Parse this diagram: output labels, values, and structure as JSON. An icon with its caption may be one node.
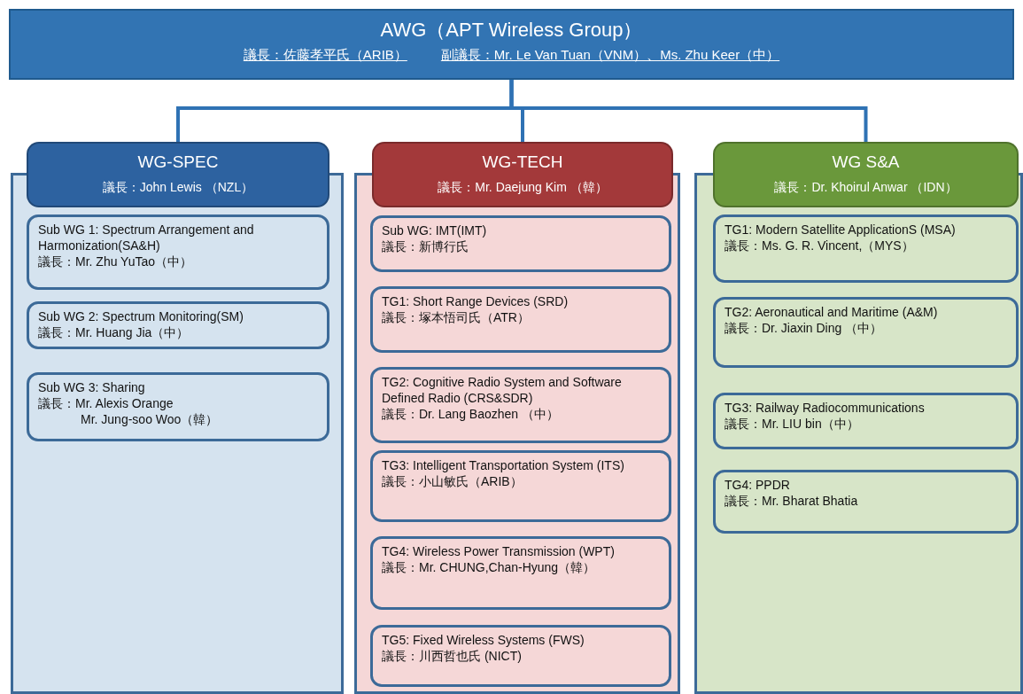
{
  "diagram": {
    "nodes": [
      {
        "text": [
          "AWG（APT Wireless Group）",
          "議長：佐藤孝平氏（ARIB）",
          "副議長：Mr. Le Van Tuan（VNM）、Ms. Zhu Keer（中）"
        ]
      },
      {
        "text": [
          "WG-SPEC",
          "議長：John Lewis （NZL）"
        ]
      },
      {
        "text": [
          "Sub WG 1: Spectrum Arrangement and Harmonization(SA&H)",
          "議長：Mr. Zhu YuTao（中）"
        ],
        "in": 1
      },
      {
        "text": [
          "Sub WG 2: Spectrum Monitoring(SM)",
          "議長：Mr. Huang Jia（中）"
        ],
        "in": 1
      },
      {
        "text": [
          "Sub WG 3: Sharing",
          "議長：Mr. Alexis Orange",
          "Mr. Jung-soo Woo（韓）"
        ],
        "in": 1
      },
      {
        "text": [
          "WG-TECH",
          "議長：Mr. Daejung Kim （韓）"
        ]
      },
      {
        "text": [
          "Sub WG: IMT(IMT)",
          "議長：新博行氏"
        ],
        "in": 5
      },
      {
        "text": [
          "TG1: Short Range Devices (SRD)",
          "議長：塚本悟司氏（ATR）"
        ],
        "in": 5
      },
      {
        "text": [
          "TG2: Cognitive Radio System and Software Defined Radio (CRS&SDR)",
          "議長：Dr. Lang Baozhen （中）"
        ],
        "in": 5
      },
      {
        "text": [
          "TG3: Intelligent Transportation System (ITS)",
          "議長：小山敏氏（ARIB）"
        ],
        "in": 5
      },
      {
        "text": [
          "TG4: Wireless Power Transmission (WPT)",
          "議長：Mr. CHUNG,Chan-Hyung（韓）"
        ],
        "in": 5
      },
      {
        "text": [
          "TG5: Fixed Wireless Systems (FWS)",
          "議長：川西哲也氏 (NICT)"
        ],
        "in": 5
      },
      {
        "text": [
          "WG S&A",
          "議長：Dr. Khoirul Anwar （IDN）"
        ]
      },
      {
        "text": [
          "TG1: Modern Satellite ApplicationS (MSA)",
          "議長：Ms. G. R. Vincent,（MYS）"
        ],
        "in": 12
      },
      {
        "text": [
          "TG2: Aeronautical and Maritime (A&M)",
          "議長：Dr. Jiaxin Ding （中）"
        ],
        "in": 12
      },
      {
        "text": [
          "TG3: Railway Radiocommunications",
          "議長：Mr. LIU bin（中）"
        ],
        "in": 12
      },
      {
        "text": [
          "TG4: PPDR",
          "議長：Mr. Bharat Bhatia"
        ],
        "in": 12
      }
    ],
    "edges": [
      {
        "from": 0,
        "to": 1,
        "arrow": "none"
      },
      {
        "from": 0,
        "to": 5,
        "arrow": "none"
      },
      {
        "from": 0,
        "to": 12,
        "arrow": "none"
      }
    ]
  }
}
